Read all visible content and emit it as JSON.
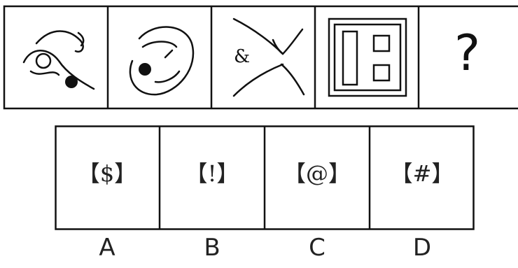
{
  "question_mark": "?",
  "options": [
    {
      "id": "A",
      "symbol": "$",
      "bracket_left": "【",
      "bracket_right": "】"
    },
    {
      "id": "B",
      "symbol": "!",
      "bracket_left": "【",
      "bracket_right": "】"
    },
    {
      "id": "C",
      "symbol": "@",
      "bracket_left": "【",
      "bracket_right": "】"
    },
    {
      "id": "D",
      "symbol": "#",
      "bracket_left": "【",
      "bracket_right": "】"
    }
  ],
  "panel3_symbol": "&"
}
